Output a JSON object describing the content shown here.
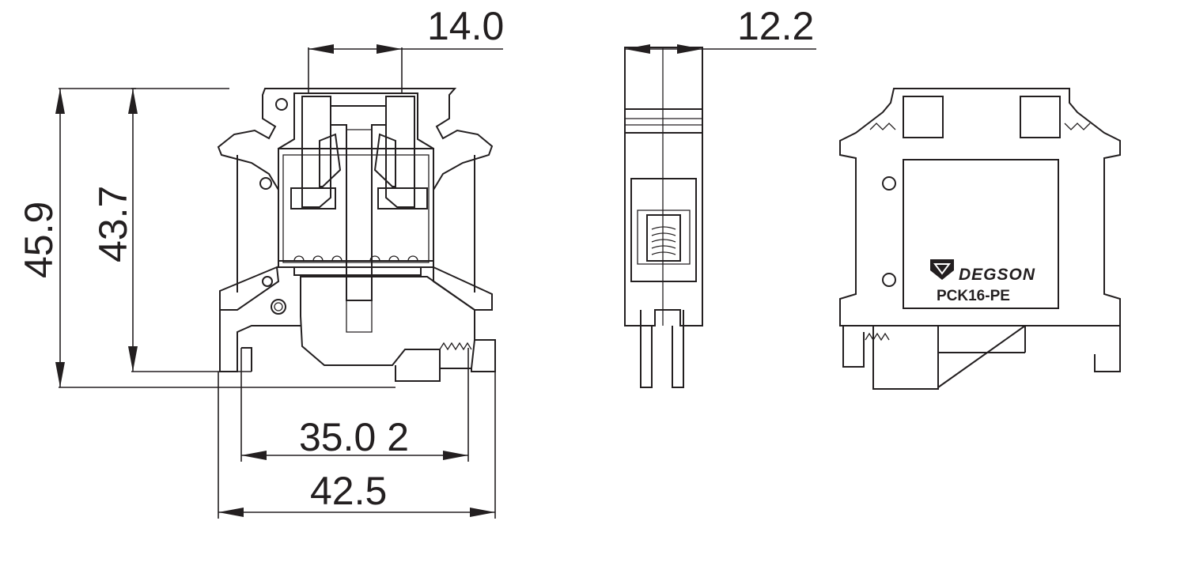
{
  "dimensions": {
    "top_width_section": "14.0",
    "top_width_side": "12.2",
    "overall_height": "45.9",
    "inner_height": "43.7",
    "rail_width": "35.0 2",
    "overall_width": "42.5"
  },
  "label": {
    "brand": "DEGSON",
    "model": "PCK16-PE"
  },
  "icons": {
    "brand_logo": "degson-logo-icon"
  },
  "colors": {
    "line": "#231f20",
    "background": "#ffffff"
  }
}
